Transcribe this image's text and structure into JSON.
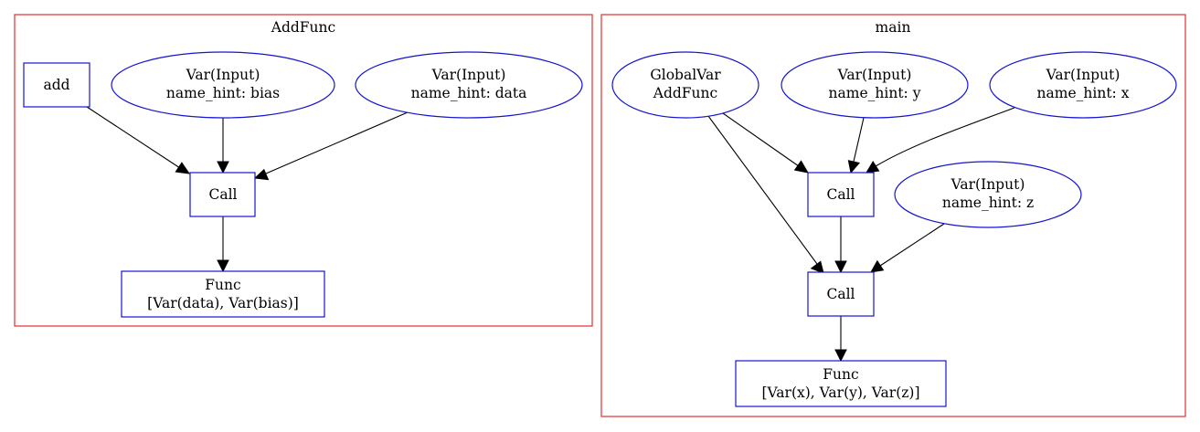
{
  "clusters": {
    "addfunc": {
      "label": "AddFunc"
    },
    "main": {
      "label": "main"
    }
  },
  "nodes": {
    "add_label": {
      "lines": [
        "add"
      ]
    },
    "add_bias": {
      "lines": [
        "Var(Input)",
        "name_hint: bias"
      ]
    },
    "add_data": {
      "lines": [
        "Var(Input)",
        "name_hint: data"
      ]
    },
    "add_call": {
      "lines": [
        "Call"
      ]
    },
    "add_func": {
      "lines": [
        "Func",
        "[Var(data), Var(bias)]"
      ]
    },
    "main_globalvar": {
      "lines": [
        "GlobalVar",
        "AddFunc"
      ]
    },
    "main_y": {
      "lines": [
        "Var(Input)",
        "name_hint: y"
      ]
    },
    "main_x": {
      "lines": [
        "Var(Input)",
        "name_hint: x"
      ]
    },
    "main_call1": {
      "lines": [
        "Call"
      ]
    },
    "main_z": {
      "lines": [
        "Var(Input)",
        "name_hint: z"
      ]
    },
    "main_call2": {
      "lines": [
        "Call"
      ]
    },
    "main_func": {
      "lines": [
        "Func",
        "[Var(x), Var(y), Var(z)]"
      ]
    }
  },
  "colors": {
    "cluster_border": "#e03030",
    "node_border": "#1515d0",
    "edge": "#000000"
  }
}
